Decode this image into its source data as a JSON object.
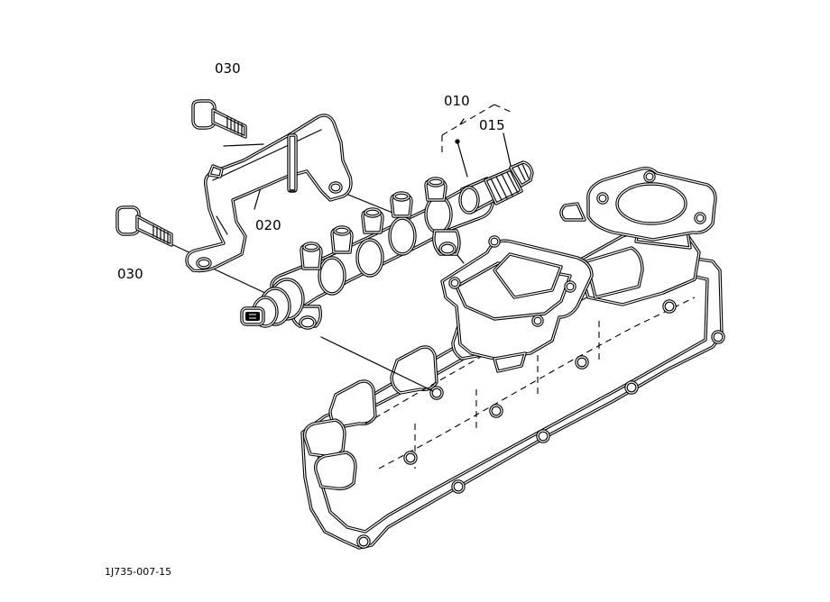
{
  "callouts": [
    {
      "id": "030-top",
      "text": "030"
    },
    {
      "id": "030-bottom",
      "text": "030"
    },
    {
      "id": "020",
      "text": "020"
    },
    {
      "id": "010",
      "text": "010"
    },
    {
      "id": "015",
      "text": "015"
    }
  ],
  "figure_code": "1J735-007-15",
  "colors": {
    "line": "#000000",
    "background": "#ffffff"
  }
}
